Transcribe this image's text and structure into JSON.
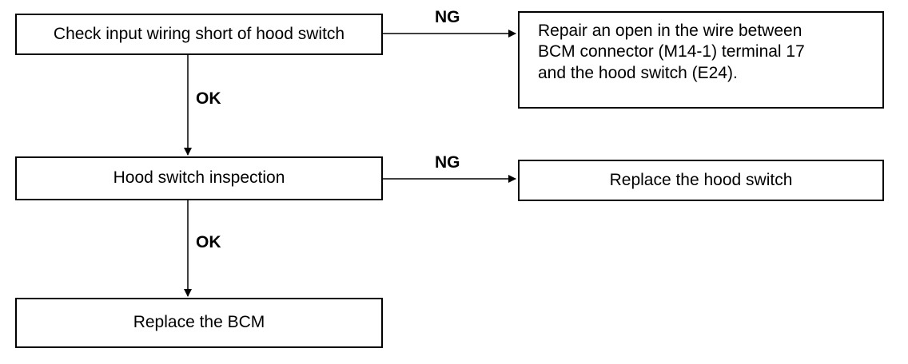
{
  "nodes": {
    "check_wiring": {
      "text": "Check input wiring short of hood switch"
    },
    "repair_open": {
      "lines": [
        "Repair an open in the wire between",
        "BCM connector (M14-1) terminal 17",
        "and the hood switch (E24)."
      ]
    },
    "hood_inspection": {
      "text": "Hood switch inspection"
    },
    "replace_switch": {
      "text": "Replace the hood switch"
    },
    "replace_bcm": {
      "text": "Replace the BCM"
    }
  },
  "edges": {
    "wiring_ng": {
      "label": "NG"
    },
    "wiring_ok": {
      "label": "OK"
    },
    "inspection_ng": {
      "label": "NG"
    },
    "inspection_ok": {
      "label": "OK"
    }
  }
}
